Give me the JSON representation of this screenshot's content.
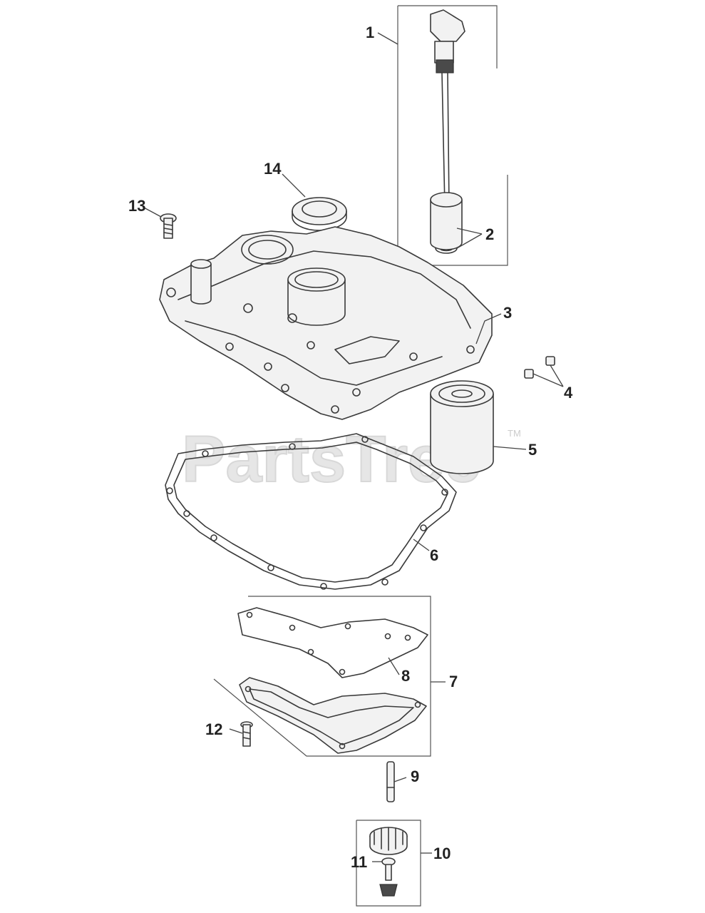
{
  "watermark": {
    "text": "PartsTree",
    "trademark": "TM"
  },
  "callouts": [
    {
      "id": "c1",
      "label": "1"
    },
    {
      "id": "c2",
      "label": "2"
    },
    {
      "id": "c3",
      "label": "3"
    },
    {
      "id": "c4",
      "label": "4"
    },
    {
      "id": "c5",
      "label": "5"
    },
    {
      "id": "c6",
      "label": "6"
    },
    {
      "id": "c7",
      "label": "7"
    },
    {
      "id": "c8",
      "label": "8"
    },
    {
      "id": "c9",
      "label": "9"
    },
    {
      "id": "c10",
      "label": "10"
    },
    {
      "id": "c11",
      "label": "11"
    },
    {
      "id": "c12",
      "label": "12"
    },
    {
      "id": "c13",
      "label": "13"
    },
    {
      "id": "c14",
      "label": "14"
    }
  ]
}
